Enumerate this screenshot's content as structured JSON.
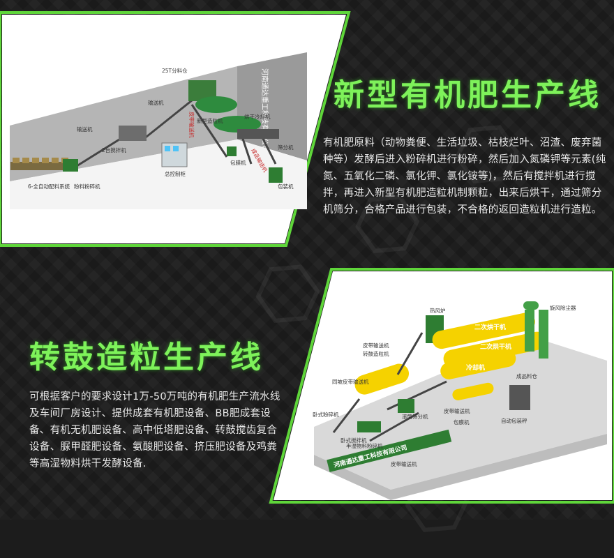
{
  "colors": {
    "accent": "#7ef25a",
    "border": "#5fd63a",
    "background": "#1c1c1c"
  },
  "top": {
    "title": "新型有机肥生产线",
    "description": "有机肥原料（动物粪便、生活垃圾、枯枝烂叶、沼渣、废弃菌种等）发酵后进入粉碎机进行粉碎，然后加入氮磷钾等元素(纯氮、五氧化二磷、氯化钾、氯化铵等)，然后有搅拌机进行搅拌，再进入新型有机肥造粒机制颗粒，出来后烘干，通过筛分机筛分，合格产品进行包装，不合格的返回造粒机进行造粒。",
    "diagram": {
      "company_wall": "河南通达重工科技有限公司",
      "labels": {
        "bin": "25T分料仓",
        "conveyor1": "输送机",
        "conveyor2": "输送机",
        "mixer": "2台搅拌机",
        "batching": "6-全自动配料系统",
        "crusher": "粉料粉碎机",
        "control": "总控制柜",
        "granulator": "新型造粒机",
        "conveyor_red": "皮带输送机",
        "dryer": "烘干冷却机",
        "screen": "筛分机",
        "coating": "包膜机",
        "packer": "包装机",
        "belt": "成品输送机"
      }
    }
  },
  "bottom": {
    "title": "转鼓造粒生产线",
    "description": "可根据客户的要求设计1万-50万吨的有机肥生产流水线及车间厂房设计、提供成套有机肥设备、BB肥成套设备、有机无机肥设备、高中低塔肥设备、转鼓搅齿复合设备、脲甲醛肥设备、氨酸肥设备、挤压肥设备及鸡粪等高湿物料烘干发酵设备.",
    "diagram": {
      "company_banner": "河南通达重工科技有限公司",
      "labels": {
        "hot_air": "热风炉",
        "dryer2": "二次烘干机",
        "dryer2b": "二次烘干机",
        "cyclone": "旋风除尘器",
        "drum": "转鼓造粒机",
        "cooler": "冷却机",
        "conveyor1": "同坡皮带输送机",
        "finished": "成品料仓",
        "crusher": "卧式粉碎机",
        "mixer": "卧式搅拌机",
        "screen": "滚筒筛分机",
        "conveyor2": "皮带输送机",
        "coating": "包膜机",
        "packer": "自动包装秤",
        "half_wet": "半湿物料粉碎机",
        "belt_a": "皮带输送机",
        "belt_b": "皮带输送机"
      }
    }
  }
}
